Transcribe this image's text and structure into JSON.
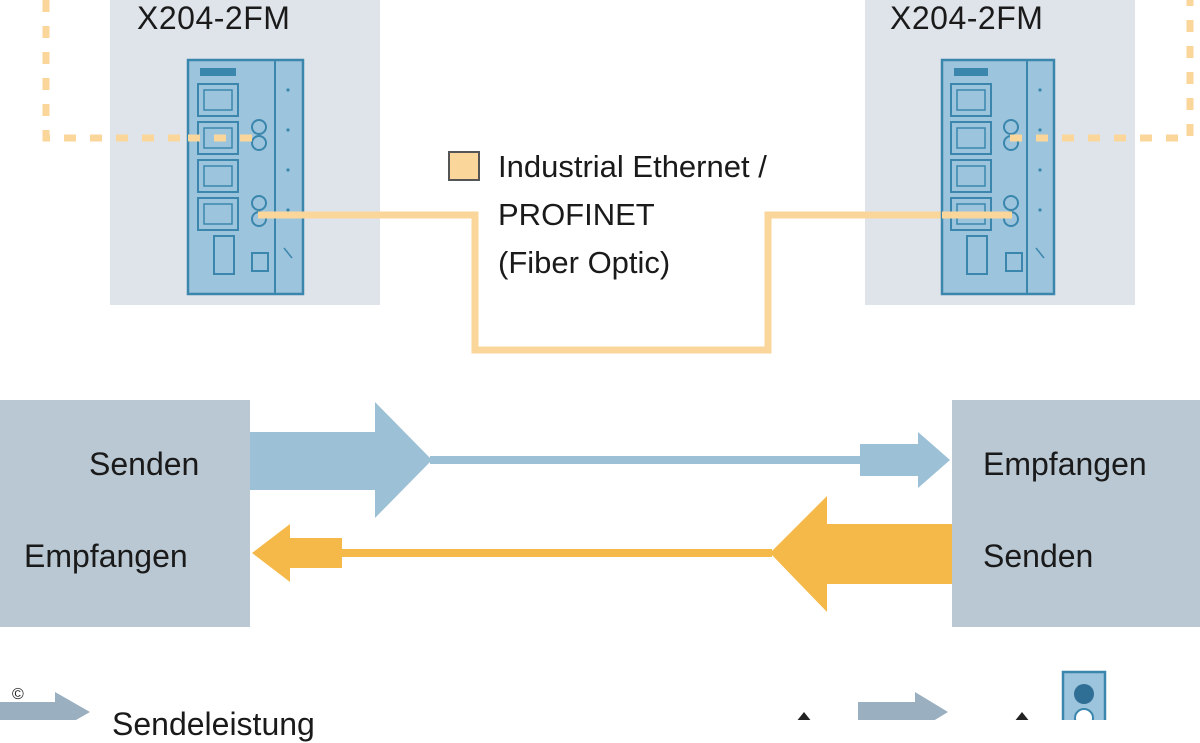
{
  "devices": {
    "left": {
      "name": "X204-2FM"
    },
    "right": {
      "name": "X204-2FM"
    }
  },
  "legend": {
    "line1": "Industrial Ethernet /",
    "line2": "PROFINET",
    "line3": "(Fiber Optic)"
  },
  "transceiver_left": {
    "top": "Senden",
    "bottom": "Empfangen"
  },
  "transceiver_right": {
    "top": "Empfangen",
    "bottom": "Senden"
  },
  "footer": {
    "copyright": "©",
    "partial_label": "Sendeleistung"
  },
  "colors": {
    "fiber": "#fbd69a",
    "dotted": "#fbd69a",
    "blue_arrow": "#9cc0d6",
    "orange_arrow": "#f5b94a",
    "device_face": "#9cc4dc",
    "device_stroke": "#3a86ad",
    "box": "#b9c8d3",
    "device_bg": "#dfe4ea"
  }
}
